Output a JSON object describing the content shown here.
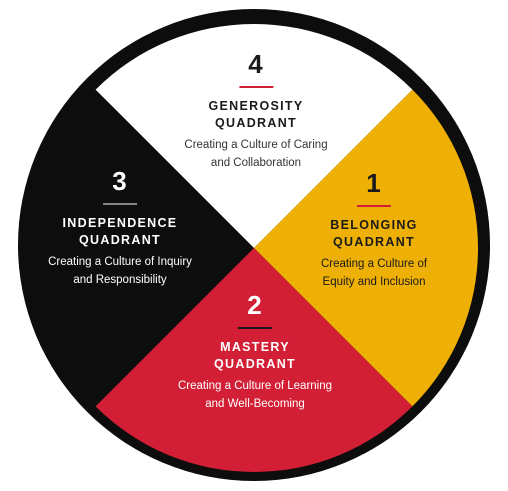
{
  "colors": {
    "belonging": "#eeb005",
    "mastery": "#d21f35",
    "independence": "#0d0d0d",
    "generosity": "#ffffff",
    "ring": "#0d0d0d",
    "accent_rule": "#d21f35"
  },
  "quadrants": {
    "generosity": {
      "number": "4",
      "title_line1": "GENEROSITY",
      "title_line2": "QUADRANT",
      "desc_line1": "Creating a Culture of Caring",
      "desc_line2": "and Collaboration"
    },
    "belonging": {
      "number": "1",
      "title_line1": "BELONGING",
      "title_line2": "QUADRANT",
      "desc_line1": "Creating a Culture of",
      "desc_line2": "Equity and Inclusion"
    },
    "independence": {
      "number": "3",
      "title_line1": "INDEPENDENCE",
      "title_line2": "QUADRANT",
      "desc_line1": "Creating a Culture of Inquiry",
      "desc_line2": "and Responsibility"
    },
    "mastery": {
      "number": "2",
      "title_line1": "MASTERY",
      "title_line2": "QUADRANT",
      "desc_line1": "Creating a Culture of Learning",
      "desc_line2": "and Well-Becoming"
    }
  }
}
